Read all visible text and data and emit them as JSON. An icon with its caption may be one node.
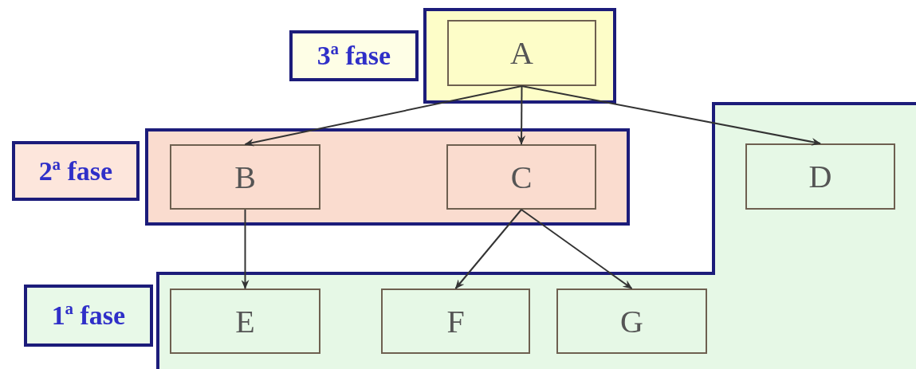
{
  "diagram": {
    "nodes": [
      {
        "text": [
          "3ª fase"
        ]
      },
      {
        "text": [],
        "shape": "box"
      },
      {
        "text": [
          "A"
        ],
        "in": 1
      },
      {
        "text": [
          "2ª fase"
        ]
      },
      {
        "text": [],
        "shape": "box"
      },
      {
        "text": [
          "B"
        ],
        "in": 4
      },
      {
        "text": [
          "C"
        ],
        "in": 4
      },
      {
        "text": [],
        "shape": "box"
      },
      {
        "text": [
          "D"
        ],
        "in": 7
      },
      {
        "text": [
          "1ª fase"
        ]
      },
      {
        "text": [
          "E"
        ],
        "in": 7
      },
      {
        "text": [
          "F"
        ],
        "in": 7
      },
      {
        "text": [
          "G"
        ],
        "in": 7
      }
    ],
    "edges": [
      {
        "from": 2,
        "to": 5,
        "arrow": "to"
      },
      {
        "from": 2,
        "to": 6,
        "arrow": "to"
      },
      {
        "from": 2,
        "to": 8,
        "arrow": "to"
      },
      {
        "from": 5,
        "to": 10,
        "arrow": "to"
      },
      {
        "from": 6,
        "to": 11,
        "arrow": "to"
      },
      {
        "from": 6,
        "to": 12,
        "arrow": "to"
      }
    ]
  }
}
